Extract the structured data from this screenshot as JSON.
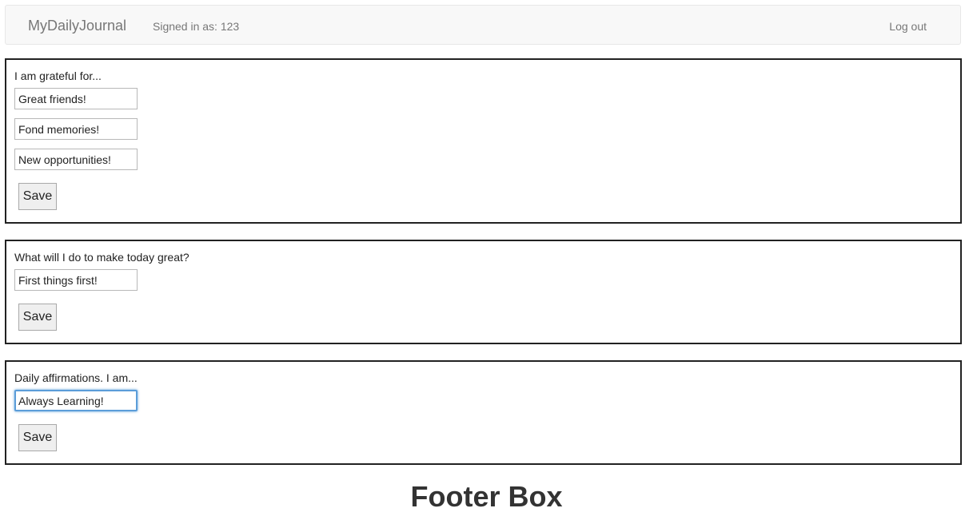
{
  "navbar": {
    "brand": "MyDailyJournal",
    "signed_in": "Signed in as: 123",
    "logout": "Log out"
  },
  "gratitude": {
    "label": "I am grateful for...",
    "entries": [
      "Great friends!",
      "Fond memories!",
      "New opportunities!"
    ],
    "save_label": "Save"
  },
  "today_great": {
    "label": "What will I do to make today great?",
    "entries": [
      "First things first!"
    ],
    "save_label": "Save"
  },
  "affirmations": {
    "label": "Daily affirmations. I am...",
    "entries": [
      "Always Learning!"
    ],
    "save_label": "Save"
  },
  "footer": {
    "title": "Footer Box"
  }
}
